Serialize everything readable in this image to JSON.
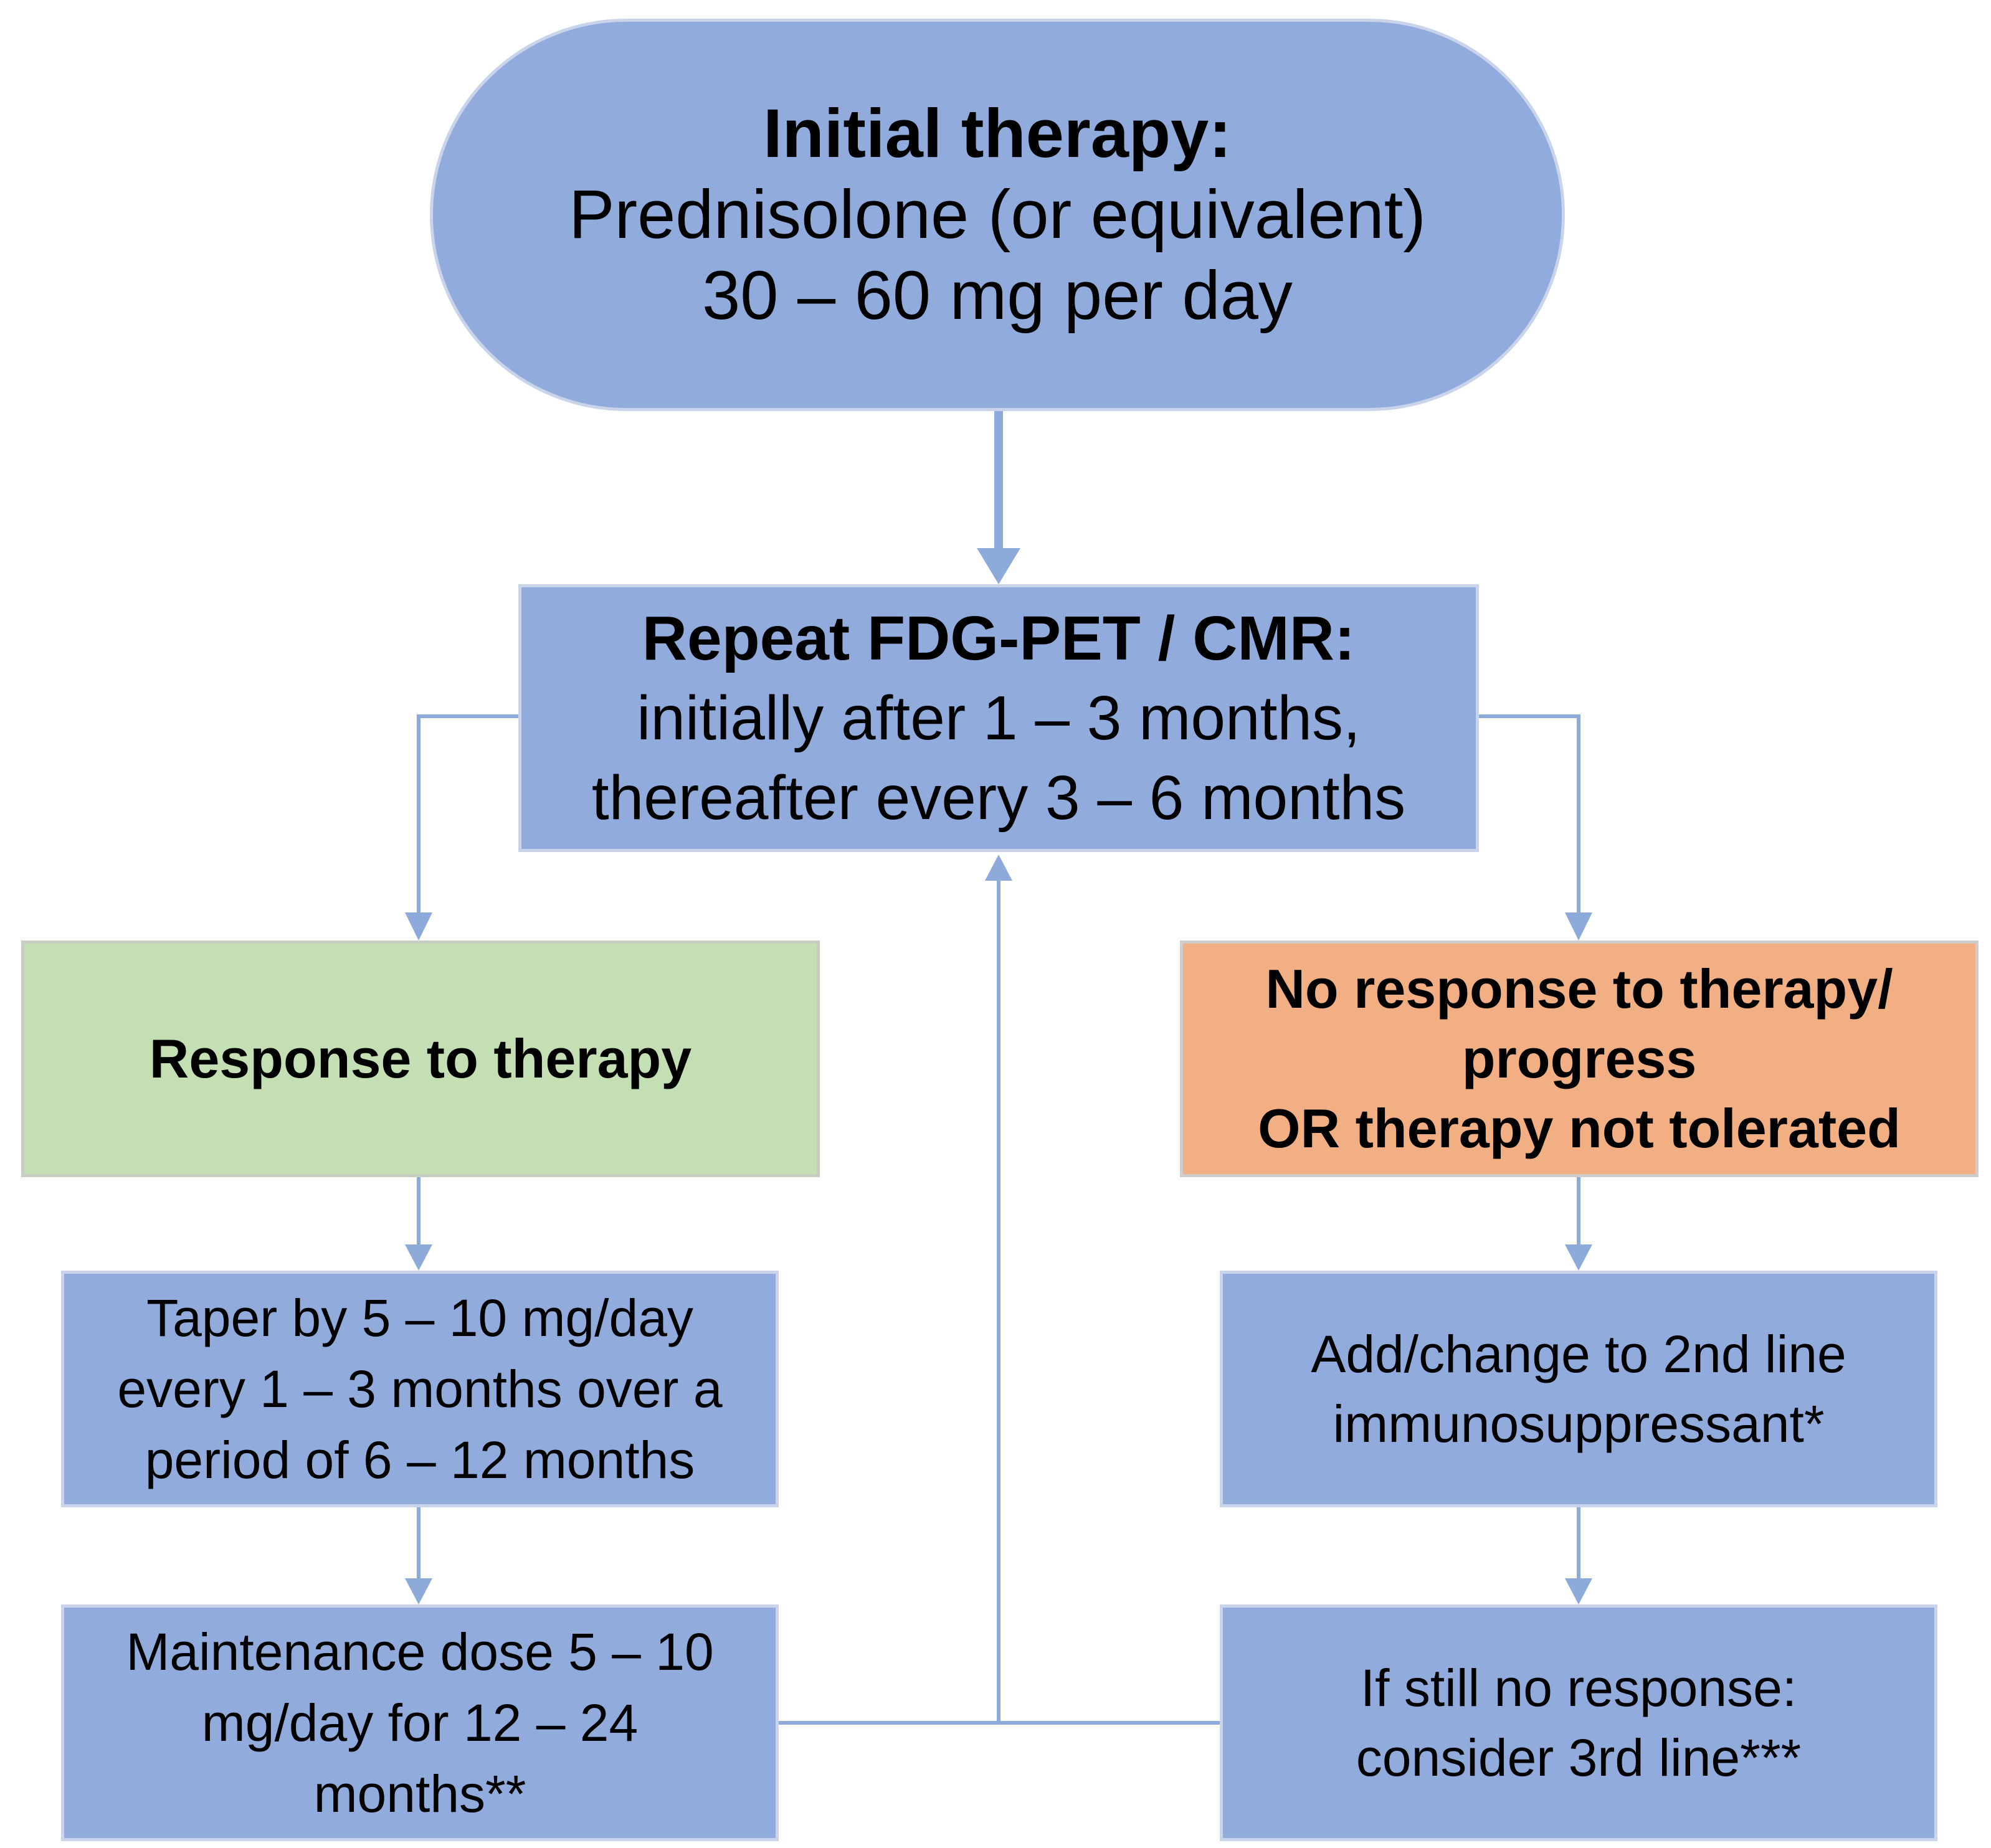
{
  "colors": {
    "node_blue": "#90abdc",
    "node_green": "#c5dfb4",
    "node_orange": "#f2af83",
    "connector": "#8eaadb"
  },
  "nodes": {
    "initial": {
      "title": "Initial therapy:",
      "line1": "Prednisolone (or equivalent)",
      "line2": "30 – 60 mg per day"
    },
    "repeat": {
      "title": "Repeat FDG-PET / CMR:",
      "line1": "initially after 1 – 3 months,",
      "line2": "thereafter every 3 – 6 months"
    },
    "response": {
      "title": "Response to therapy"
    },
    "no_response": {
      "line1": "No response to therapy/",
      "line2": "progress",
      "line3": "OR therapy not tolerated"
    },
    "taper": {
      "line1": "Taper by 5 – 10 mg/day",
      "line2": "every 1 – 3 months over a",
      "line3": "period of 6 – 12 months"
    },
    "maintenance": {
      "line1": "Maintenance dose 5 – 10",
      "line2": "mg/day for 12 – 24",
      "line3": "months**"
    },
    "second_line": {
      "line1": "Add/change to 2nd line",
      "line2": "immunosuppressant*"
    },
    "third_line": {
      "line1": "If still no response:",
      "line2": "consider 3rd line***"
    }
  }
}
